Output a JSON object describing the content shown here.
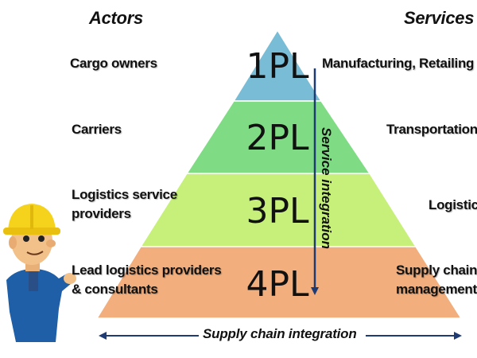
{
  "headers": {
    "actors": "Actors",
    "services": "Services"
  },
  "levels": [
    {
      "label": "1PL",
      "color": "#79bcd6"
    },
    {
      "label": "2PL",
      "color": "#7fdc84"
    },
    {
      "label": "3PL",
      "color": "#c6f07a"
    },
    {
      "label": "4PL",
      "color": "#f2ae7c"
    }
  ],
  "actors": [
    {
      "line1": "Cargo owners",
      "line2": ""
    },
    {
      "line1": "Carriers",
      "line2": ""
    },
    {
      "line1": "Logistics service",
      "line2": "providers"
    },
    {
      "line1": "Lead logistics providers",
      "line2": "& consultants"
    }
  ],
  "services": [
    {
      "line1": "Manufacturing, Retailing",
      "line2": ""
    },
    {
      "line1": "Transportation",
      "line2": ""
    },
    {
      "line1": "Logistics",
      "line2": ""
    },
    {
      "line1": "Supply chain",
      "line2": "management"
    }
  ],
  "arrows": {
    "vertical_label": "Service integration",
    "horizontal_label": "Supply chain integration",
    "color": "#1f3b73"
  },
  "figure": {
    "helmet_color": "#f5d31d",
    "shirt_color": "#1e5fa8",
    "icon": "construction-worker-icon"
  }
}
